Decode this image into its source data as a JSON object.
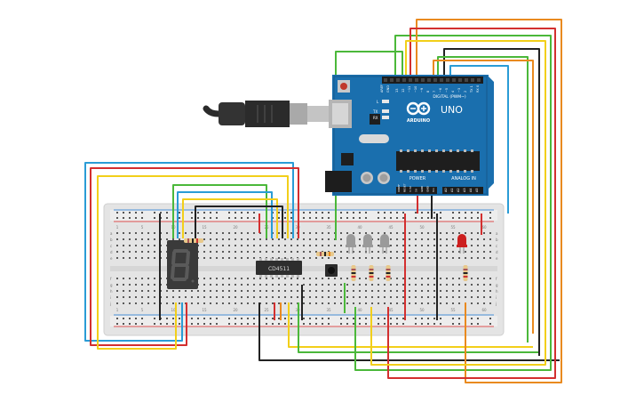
{
  "arduino": {
    "brand_text": "UNO",
    "logo_text": "ARDUINO",
    "digital_label": "DIGITAL (PWM~)",
    "power_label": "POWER",
    "analog_label": "ANALOG IN",
    "aref_label": "AREF",
    "gnd_label": "GND",
    "tx_label": "TX",
    "rx_label": "RX",
    "l_label": "L",
    "ioref_label": "IOREF",
    "reset_label": "RESET",
    "v33_label": "3.3V",
    "v5_label": "5V",
    "vin_label": "Vin",
    "board_color": "#1a6fae",
    "digital_pins": [
      "13",
      "12",
      "~11",
      "~10",
      "~9",
      "8",
      "7",
      "~6",
      "~5",
      "4",
      "~3",
      "2",
      "TX 1",
      "RX 0"
    ],
    "analog_pins": [
      "A0",
      "A1",
      "A2",
      "A3",
      "A4",
      "A5"
    ]
  },
  "usb_cable": {
    "color": "#2b2b2b"
  },
  "breadboard": {
    "color": "#e6e6e6",
    "column_labels_top": [
      "1",
      "5",
      "10",
      "15",
      "20",
      "25",
      "30",
      "35",
      "40",
      "45",
      "50",
      "55",
      "60"
    ],
    "row_labels": [
      "a",
      "b",
      "c",
      "d",
      "e",
      "f",
      "g",
      "h",
      "i",
      "j"
    ]
  },
  "ic_chip": {
    "label": "CD4511"
  },
  "seven_segment": {
    "digit": "8",
    "color": "#3a3a3a",
    "segment_color": "#555555"
  },
  "leds": [
    {
      "name": "led-1",
      "color": "#9a9a9a"
    },
    {
      "name": "led-2",
      "color": "#9a9a9a"
    },
    {
      "name": "led-3",
      "color": "#9a9a9a"
    },
    {
      "name": "led-4",
      "color": "#cc1f1f"
    }
  ],
  "wire_colors": {
    "red": "#d32f2f",
    "orange": "#e98a1f",
    "yellow": "#f2cf1a",
    "green": "#4bb83a",
    "blue": "#2a9cd6",
    "black": "#222222"
  }
}
